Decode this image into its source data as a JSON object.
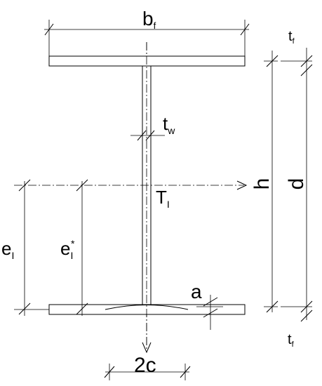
{
  "labels": {
    "flange_width": "b",
    "flange_width_sub": "f",
    "flange_thickness_top": "t",
    "flange_thickness_top_sub": "f",
    "flange_thickness_bottom": "t",
    "flange_thickness_bottom_sub": "f",
    "web_thickness": "t",
    "web_thickness_sub": "w",
    "total_height": "h",
    "web_depth": "d",
    "centroid": "T",
    "centroid_sub": "I",
    "eccentricity": "e",
    "eccentricity_sub": "I",
    "eccentricity_star": "e",
    "eccentricity_star_sub": "I",
    "eccentricity_star_sup": "*",
    "weld": "a",
    "weld_width": "2c"
  }
}
